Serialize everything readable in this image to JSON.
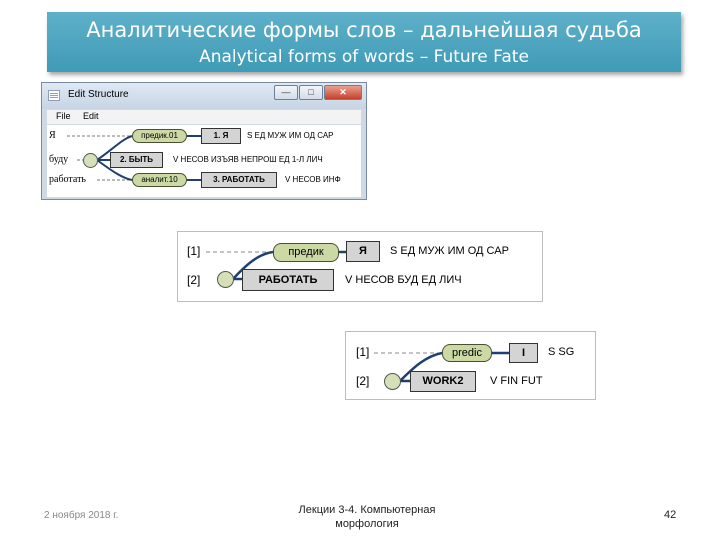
{
  "banner": {
    "title_ru": "Аналитические формы слов – дальнейшая судьба",
    "title_en": "Analytical forms of words – Future Fate"
  },
  "window": {
    "title": "Edit Structure",
    "buttons": {
      "minimize": "—",
      "maximize": "□",
      "close": "✕"
    },
    "menu": [
      "File",
      "Edit"
    ],
    "rows": [
      {
        "word": "Я",
        "tag": "предик.01",
        "lemma": "1. Я",
        "grammar": "S ЕД МУЖ ИМ ОД САР"
      },
      {
        "word": "буду",
        "tag": "",
        "lemma": "2. БЫТЬ",
        "grammar": "V НЕСОВ ИЗЪЯВ НЕПРОШ ЕД 1-Л ЛИЧ"
      },
      {
        "word": "работать",
        "tag": "аналит.10",
        "lemma": "3. РАБОТАТЬ",
        "grammar": "V НЕСОВ ИНФ"
      }
    ]
  },
  "panel_ru": {
    "rows": [
      {
        "index": "[1]",
        "tag": "предик",
        "lemma": "Я",
        "grammar": "S ЕД МУЖ ИМ ОД САР"
      },
      {
        "index": "[2]",
        "lemma": "РАБОТАТЬ",
        "grammar": "V НЕСОВ БУД ЕД ЛИЧ"
      }
    ]
  },
  "panel_en": {
    "rows": [
      {
        "index": "[1]",
        "tag": "predic",
        "lemma": "I",
        "grammar": "S SG"
      },
      {
        "index": "[2]",
        "lemma": "WORK2",
        "grammar": "V FIN FUT"
      }
    ]
  },
  "footer": {
    "date": "2 ноября 2018 г.",
    "lecture": "Лекции 3-4. Компьютерная морфология",
    "page": "42"
  },
  "colors": {
    "banner": "#3f9bb6",
    "tag_pill": "#ccd9a4",
    "lemma_box": "#d4d4d4",
    "link_line": "#1f3f73"
  }
}
